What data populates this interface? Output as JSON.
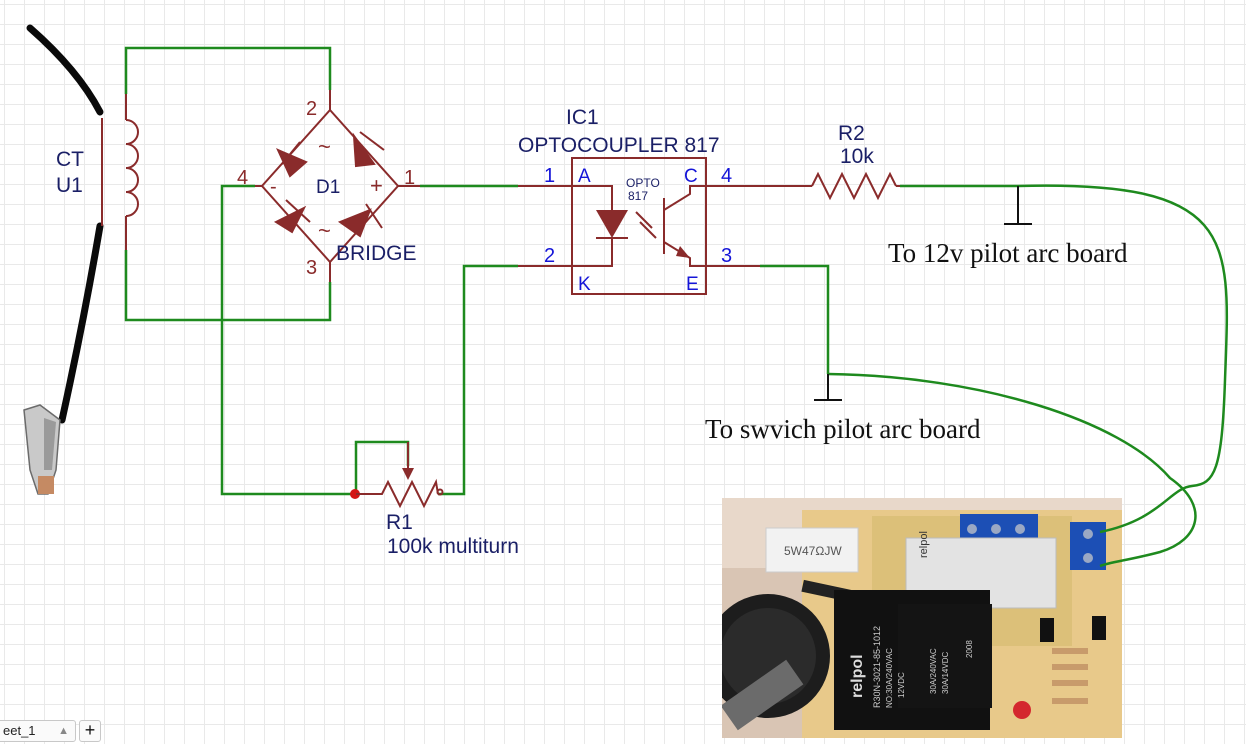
{
  "diagram": {
    "ct": {
      "name": "CT",
      "designator": "U1"
    },
    "bridge": {
      "designator": "D1",
      "value": "BRIDGE",
      "pins": [
        "1",
        "2",
        "3",
        "4"
      ],
      "plus": "+",
      "minus": "-",
      "ac": "~"
    },
    "optocoupler": {
      "designator": "IC1",
      "value": "OPTOCOUPLER 817",
      "inner_label_1": "OPTO",
      "inner_label_2": "817",
      "pin_numbers": {
        "anode": "1",
        "cathode": "2",
        "emitter": "3",
        "collector": "4"
      },
      "pin_letters": {
        "anode": "A",
        "cathode": "K",
        "collector": "C",
        "emitter": "E"
      }
    },
    "r2": {
      "designator": "R2",
      "value": "10k"
    },
    "r1": {
      "designator": "R1",
      "value": "100k multiturn"
    },
    "notes": {
      "to_12v": "To 12v pilot arc board",
      "to_switch": "To swvich pilot arc board"
    },
    "photo_labels": {
      "resistor": "5W47ΩJW",
      "relay_brand": "relpol",
      "relay_model": "R30N-3021-85-1012",
      "relay_contact": "NO:30A/240VAC",
      "relay_coil": "12VDC",
      "relay_rating_1": "30A/240VAC",
      "relay_rating_2": "30A/14VDC",
      "relay_year": "2008"
    }
  },
  "colors": {
    "wire": "#1e8a1e",
    "component": "#8a2b2b",
    "label_dark": "#1a1f66",
    "label_pin": "#1515d8",
    "cable": "#0a0a0a"
  },
  "sheet_bar": {
    "tab_label": "eet_1",
    "add_label": "+"
  }
}
